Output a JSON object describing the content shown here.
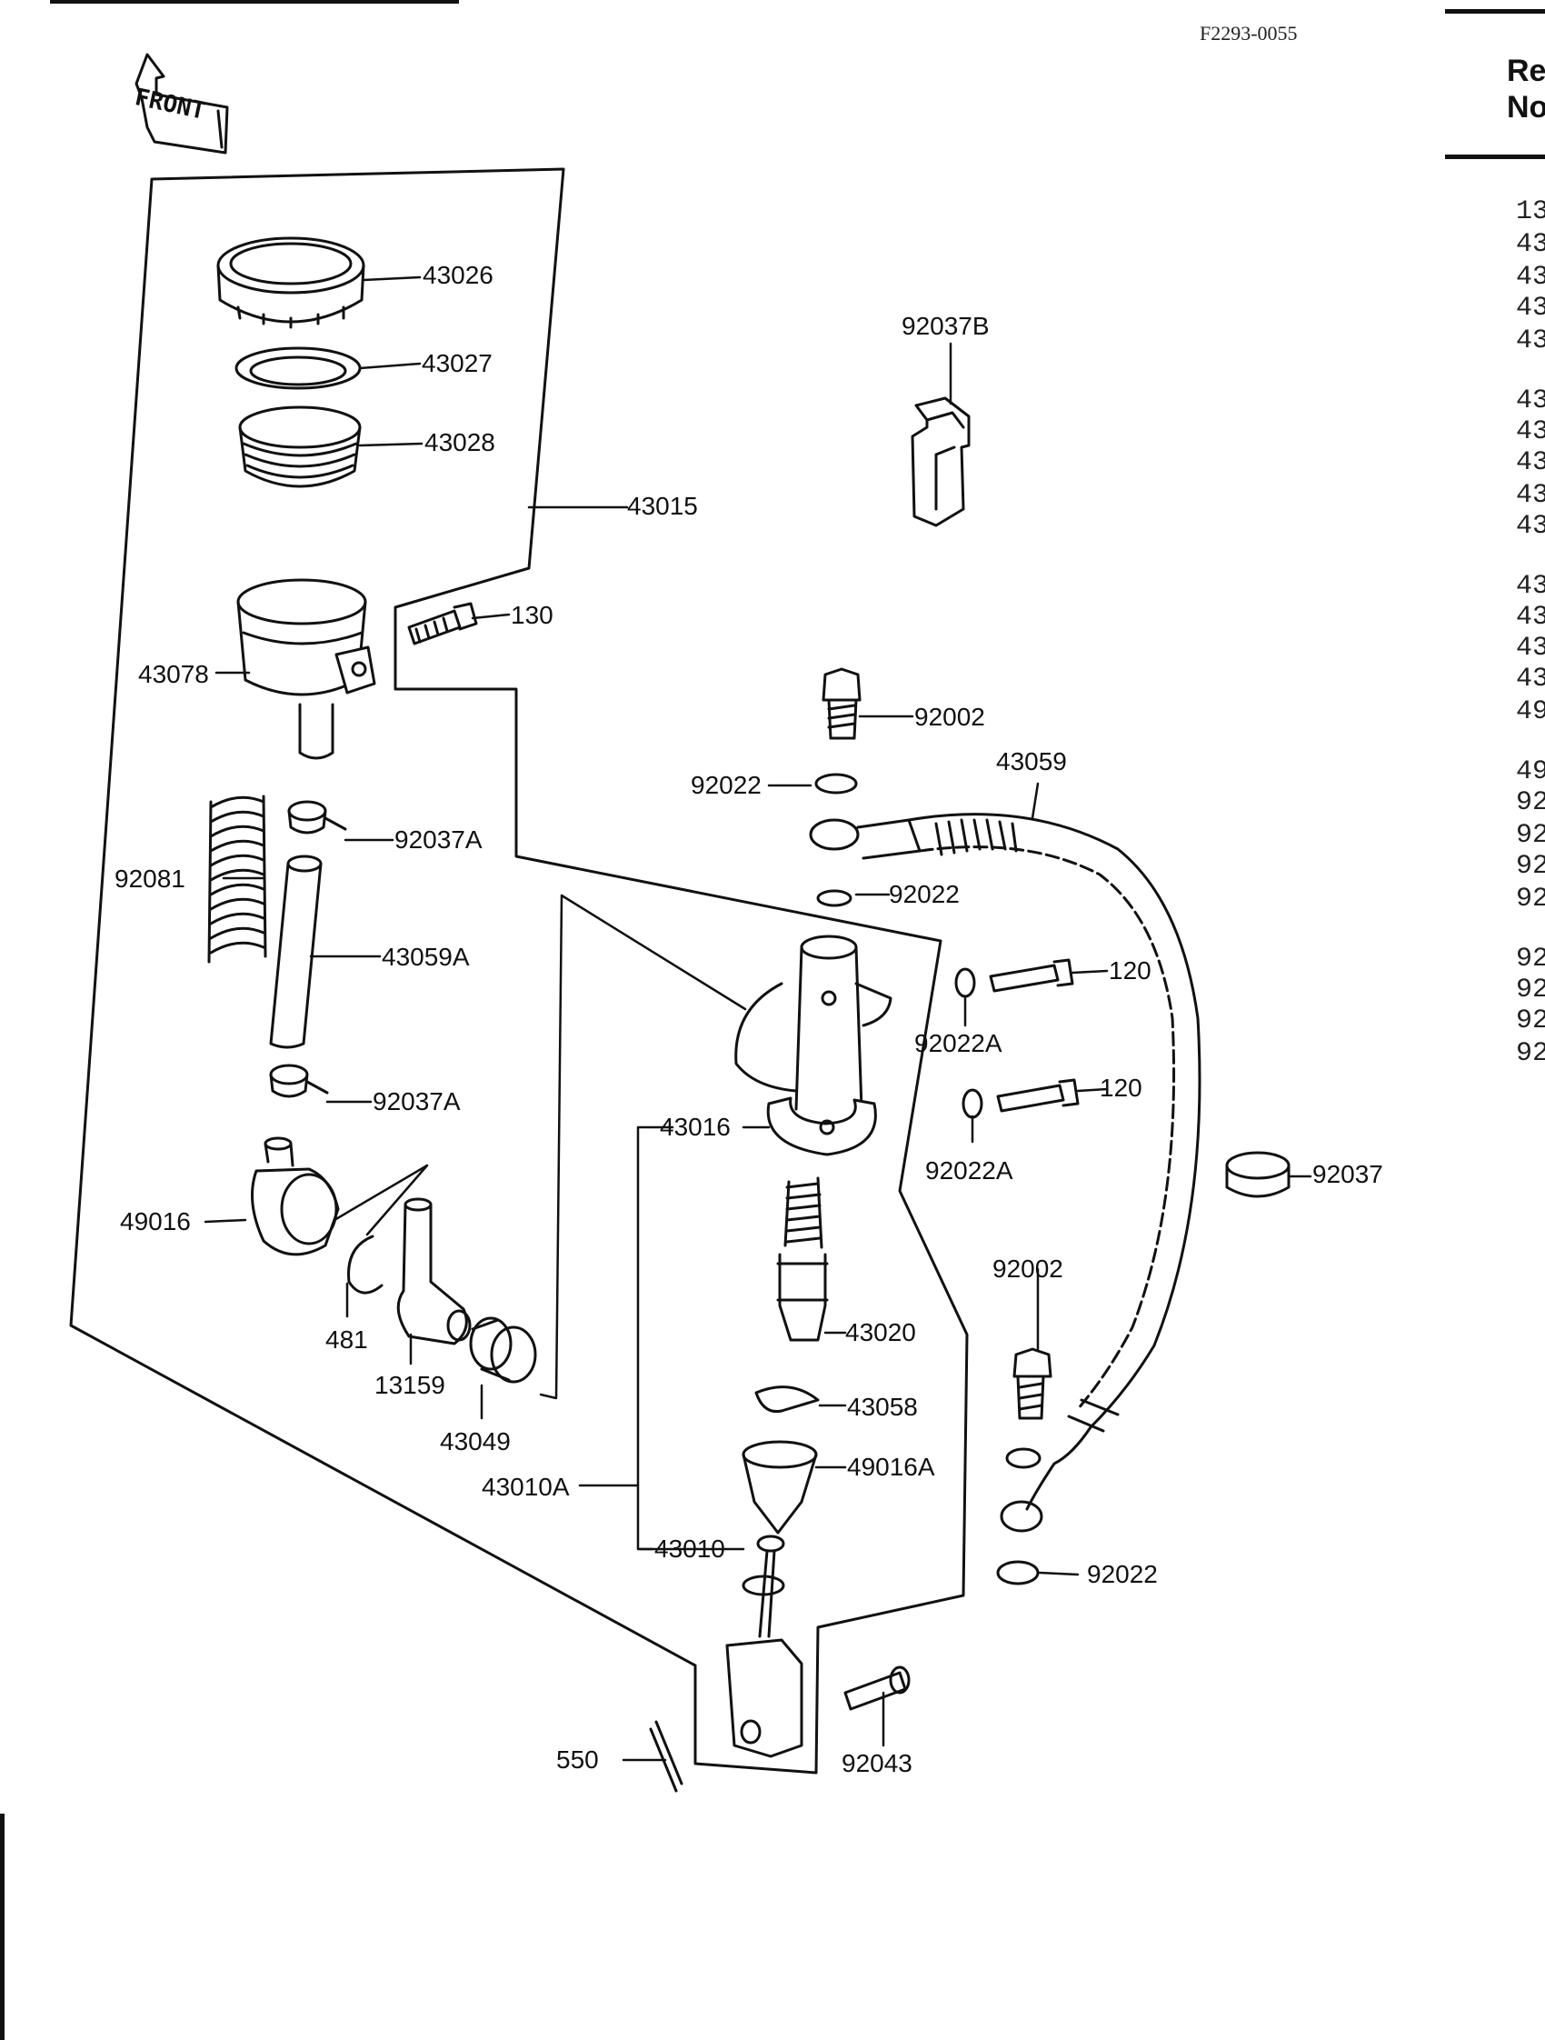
{
  "diagram_code": "F2293-0055",
  "front_label": "FRONT",
  "ref_header": [
    "Re",
    "No"
  ],
  "ref_column_glyphs": [
    "13",
    "43",
    "43",
    "43",
    "43",
    "43",
    "43",
    "43",
    "43",
    "43",
    "43",
    "43",
    "43",
    "43",
    "49",
    "49",
    "92",
    "92",
    "92",
    "92",
    "92",
    "92",
    "92",
    "92"
  ],
  "labels": {
    "p43026": "43026",
    "p43027": "43027",
    "p43028": "43028",
    "p43015": "43015",
    "p130": "130",
    "p43078": "43078",
    "p92037B": "92037B",
    "p92002a": "92002",
    "p92022a": "92022",
    "p43059": "43059",
    "p92022b": "92022",
    "p92037A1": "92037A",
    "p92081": "92081",
    "p43059A": "43059A",
    "p120a": "120",
    "p92022Aa": "92022A",
    "p120b": "120",
    "p92037A2": "92037A",
    "p43016": "43016",
    "p92022Ab": "92022A",
    "p92037": "92037",
    "p49016": "49016",
    "p481": "481",
    "p92002b": "92002",
    "p43020": "43020",
    "p13159": "13159",
    "p43058": "43058",
    "p43049": "43049",
    "p49016A": "49016A",
    "p43010A": "43010A",
    "p43010": "43010",
    "p92022c": "92022",
    "p550": "550",
    "p92043": "92043"
  }
}
